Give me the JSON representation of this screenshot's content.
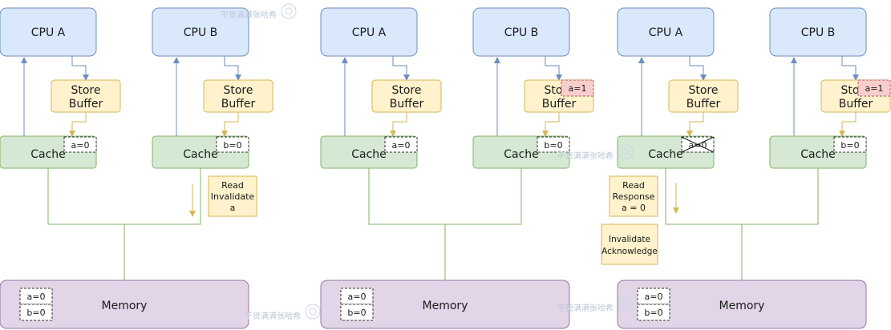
{
  "panels": [
    {
      "cpu_a": "CPU A",
      "cpu_b": "CPU B",
      "store_buffer": [
        "Store",
        "Buffer"
      ],
      "cache_label": "Cache",
      "cache_a_value": "a=0",
      "cache_b_value": "b=0",
      "memory_label": "Memory",
      "memory_values": [
        "a=0",
        "b=0"
      ],
      "message_1": [
        "Read",
        "Invalidate",
        "a"
      ]
    },
    {
      "cpu_a": "CPU A",
      "cpu_b": "CPU B",
      "store_buffer": [
        "Store",
        "Buffer"
      ],
      "store_buffer_b_entry": "a=1",
      "cache_label": "Cache",
      "cache_a_value": "a=0",
      "cache_b_value": "b=0",
      "memory_label": "Memory",
      "memory_values": [
        "a=0",
        "b=0"
      ]
    },
    {
      "cpu_a": "CPU A",
      "cpu_b": "CPU B",
      "store_buffer": [
        "Store",
        "Buffer"
      ],
      "store_buffer_b_entry": "a=1",
      "cache_label": "Cache",
      "cache_a_value": "a=0",
      "cache_b_value": "b=0",
      "memory_label": "Memory",
      "memory_values": [
        "a=0",
        "b=0"
      ],
      "message_1": [
        "Read",
        "Response",
        "a = 0"
      ],
      "message_2": [
        "Invalidate",
        "Acknowledge"
      ]
    }
  ],
  "watermark": "干货满满张哈希",
  "colors": {
    "cpu_fill": "#dae8fc",
    "cpu_stroke": "#6c8ebf",
    "store_fill": "#fff2cc",
    "store_stroke": "#d6b656",
    "cache_fill": "#d5e8d4",
    "cache_stroke": "#82b366",
    "memory_fill": "#e1d5e7",
    "memory_stroke": "#9673a6",
    "entry_fill": "#f8cecc",
    "entry_stroke": "#b85450"
  }
}
